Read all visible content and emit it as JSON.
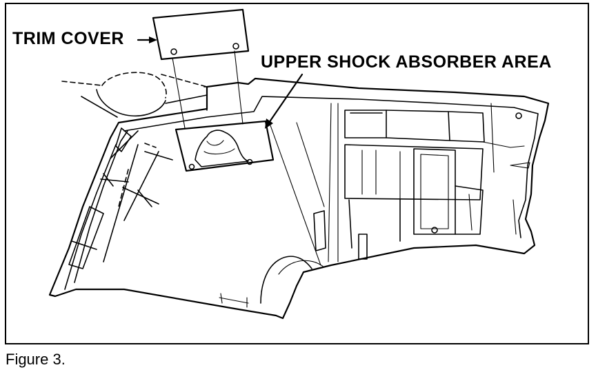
{
  "figure": {
    "labels": {
      "trim_cover": "TRIM COVER",
      "upper_shock_absorber_area": "UPPER SHOCK ABSORBER AREA"
    },
    "caption": "Figure 3."
  }
}
